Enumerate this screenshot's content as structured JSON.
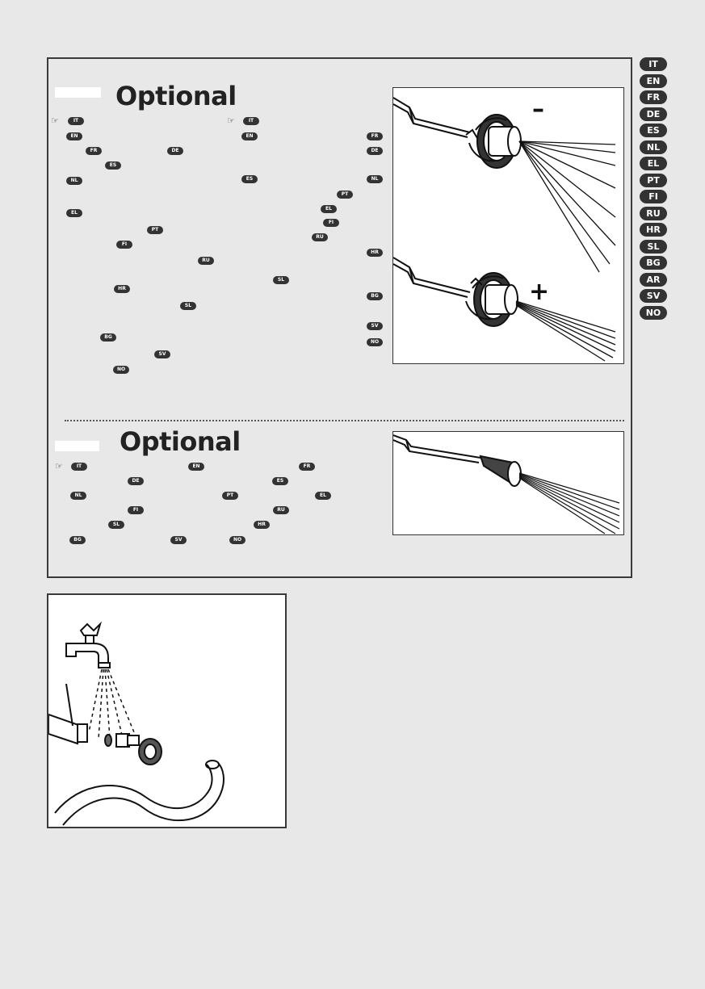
{
  "language_tabs": [
    "IT",
    "EN",
    "FR",
    "DE",
    "ES",
    "NL",
    "EL",
    "PT",
    "FI",
    "RU",
    "HR",
    "SL",
    "BG",
    "AR",
    "SV",
    "NO"
  ],
  "section1": {
    "title": "Optional",
    "left_refs": [
      "IT",
      "EN",
      "FR",
      "DE",
      "ES",
      "NL",
      "EL",
      "PT",
      "FI",
      "RU",
      "HR",
      "SL",
      "BG",
      "SV",
      "NO"
    ],
    "right_refs": [
      "IT",
      "EN",
      "FR",
      "DE",
      "NL",
      "ES",
      "PT",
      "EL",
      "FI",
      "RU",
      "HR",
      "SL",
      "BG",
      "SV",
      "NO"
    ],
    "figure": {
      "minus_label": "–",
      "plus_label": "+"
    }
  },
  "section2": {
    "title": "Optional",
    "refs": [
      "IT",
      "EN",
      "FR",
      "DE",
      "ES",
      "NL",
      "PT",
      "EL",
      "FI",
      "RU",
      "SL",
      "HR",
      "BG",
      "SV",
      "NO"
    ]
  },
  "colors": {
    "ink": "#222222",
    "panel_bg": "#e8e8e8",
    "figure_bg": "#ffffff"
  },
  "icons": {
    "reference_marker": "pointing-hand-icon"
  }
}
